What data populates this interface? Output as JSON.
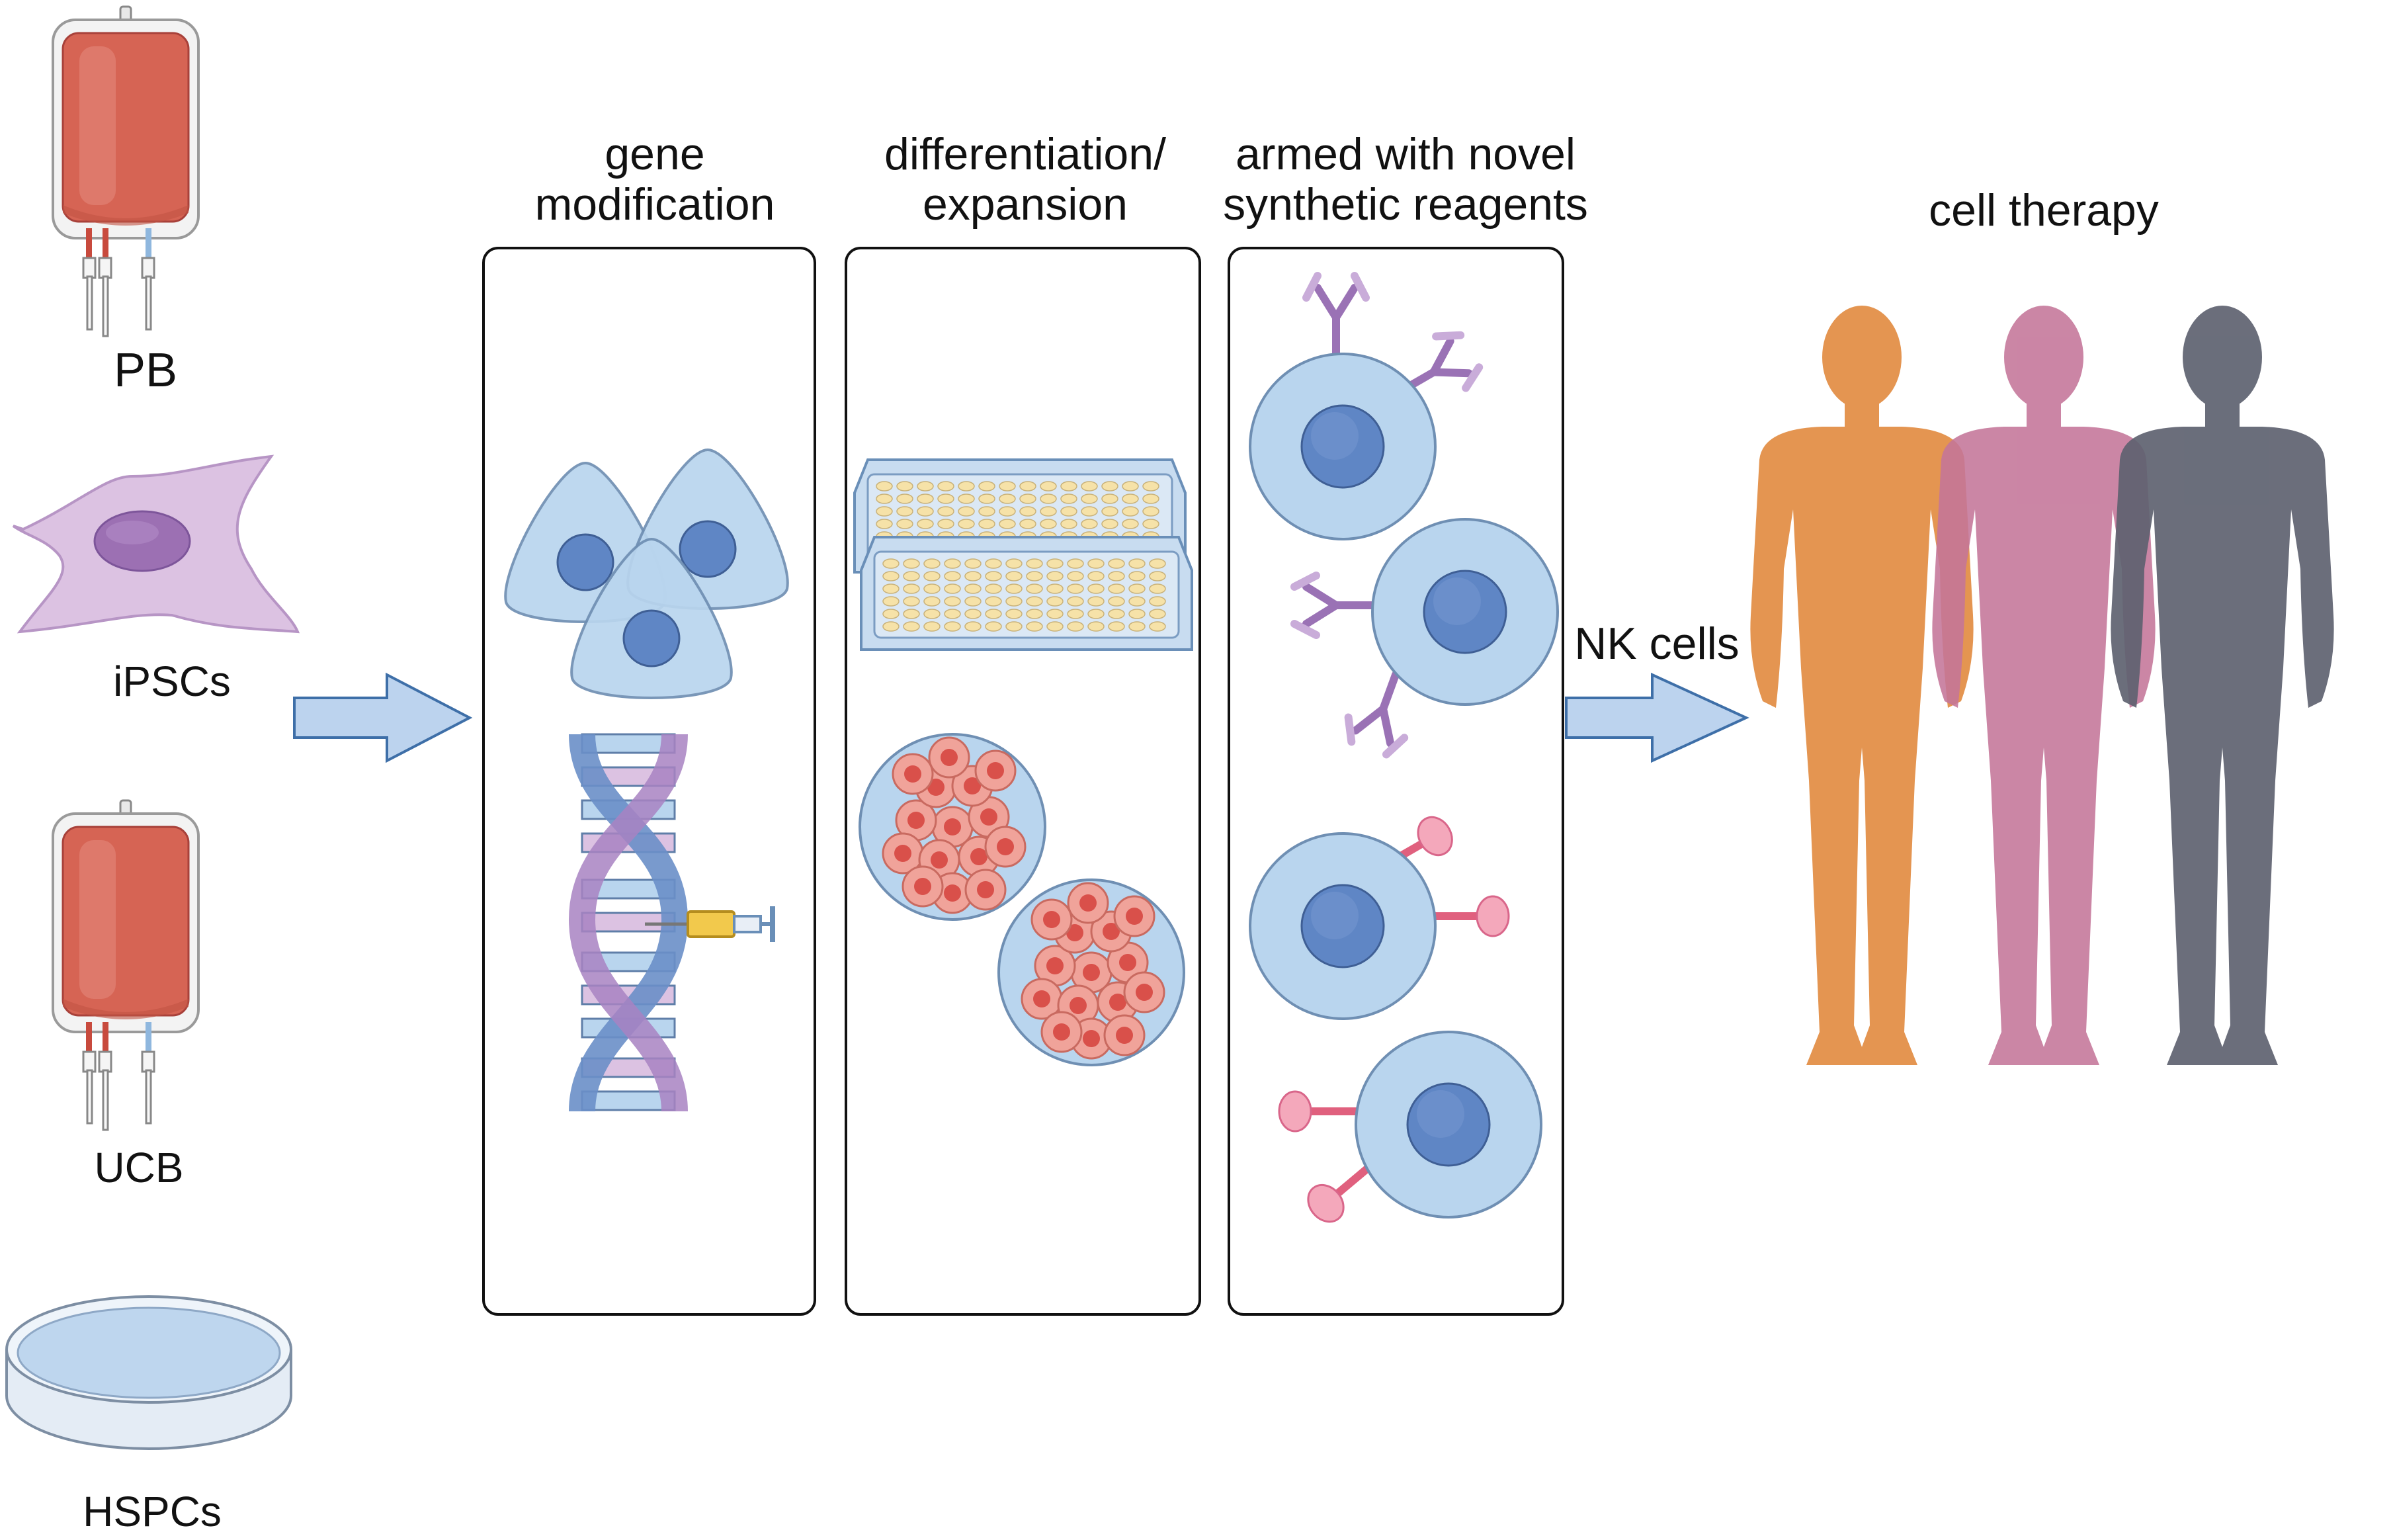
{
  "sources": [
    {
      "id": "pb",
      "label": "PB",
      "icon": "blood-bag-icon"
    },
    {
      "id": "ipsc",
      "label": "iPSCs",
      "icon": "stem-cell-icon"
    },
    {
      "id": "ucb",
      "label": "UCB",
      "icon": "blood-bag-icon"
    },
    {
      "id": "hspc",
      "label": "HSPCs",
      "icon": "petri-dish-icon"
    }
  ],
  "stages": [
    {
      "id": "gene",
      "title_line1": "gene",
      "title_line2": "modification",
      "icons": [
        "cell-cluster-icon",
        "dna-helix-icon",
        "syringe-icon"
      ]
    },
    {
      "id": "diff",
      "title_line1": "differentiation/",
      "title_line2": "expansion",
      "icons": [
        "culture-plate-icon",
        "cell-colony-icon"
      ]
    },
    {
      "id": "armed",
      "title_line1": "armed with novel",
      "title_line2": "synthetic reagents",
      "icons": [
        "antibody-armed-cell-icon",
        "receptor-armed-cell-icon"
      ]
    }
  ],
  "output_arrow_label": "NK cells",
  "therapy_label": "cell therapy",
  "colors": {
    "arrow_fill": "#bcd3ee",
    "arrow_stroke": "#3e6fa8",
    "blood": "#d66454",
    "cell_fill": "#b9d5ee",
    "nucleus": "#5f86c5",
    "ipsc_fill": "#dcc2e2",
    "ipsc_nucleus": "#9c70b3",
    "colony_cell": "#f0a39a",
    "colony_nucleus": "#d9504a",
    "antibody": "#9a72b5",
    "ligand": "#e87a96",
    "human_orange": "#e49551",
    "human_pink": "#c47599",
    "human_gray": "#5e6270"
  }
}
